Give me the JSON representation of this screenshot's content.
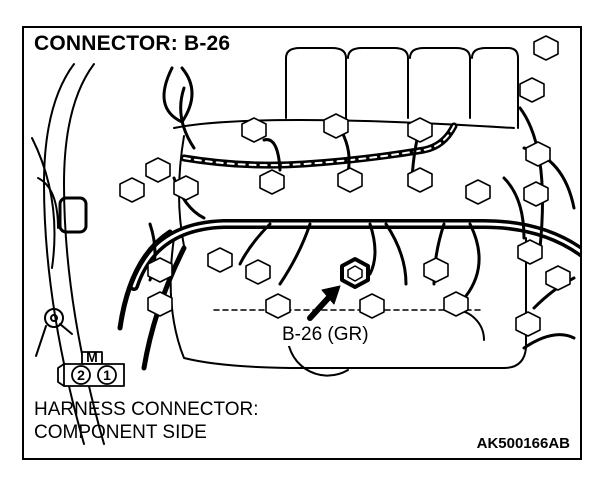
{
  "title": "CONNECTOR: B-26",
  "callout_label": "B-26 (GR)",
  "caption_line1": "HARNESS CONNECTOR:",
  "caption_line2": "COMPONENT SIDE",
  "figure_code": "AK500166AB",
  "connector": {
    "key_label": "M",
    "pins": [
      "2",
      "1"
    ]
  }
}
